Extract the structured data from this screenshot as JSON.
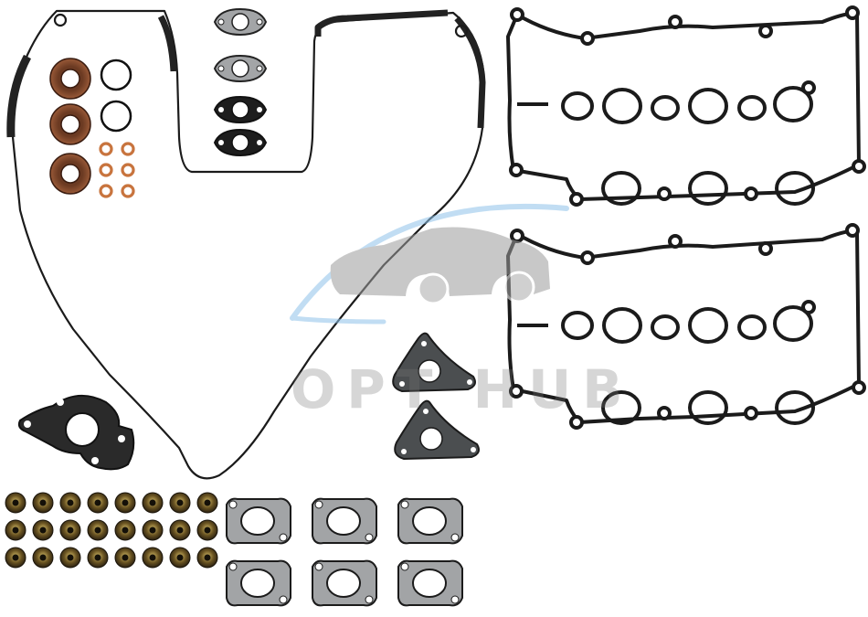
{
  "watermark": {
    "text": "OPT HUB",
    "car_icon": "car-silhouette-icon",
    "swoosh_color": "#8fc3ea"
  },
  "colors": {
    "background": "#ffffff",
    "gasket_black": "#1b1b1b",
    "gasket_steel": "#9a9c9e",
    "seal_rust": "#8a4a2c",
    "washer_copper": "#c8743e",
    "washer_brass": "#8a6a2a"
  },
  "parts": {
    "timing_cover_gasket": 1,
    "valve_cover_gaskets": 2,
    "shaft_seals": 3,
    "o_rings": 2,
    "copper_washers": 6,
    "egr_gaskets": 4,
    "water_pump_gasket": 1,
    "triangle_gaskets": 2,
    "valve_stem_seals": 24,
    "exhaust_manifold_gaskets": 6
  }
}
